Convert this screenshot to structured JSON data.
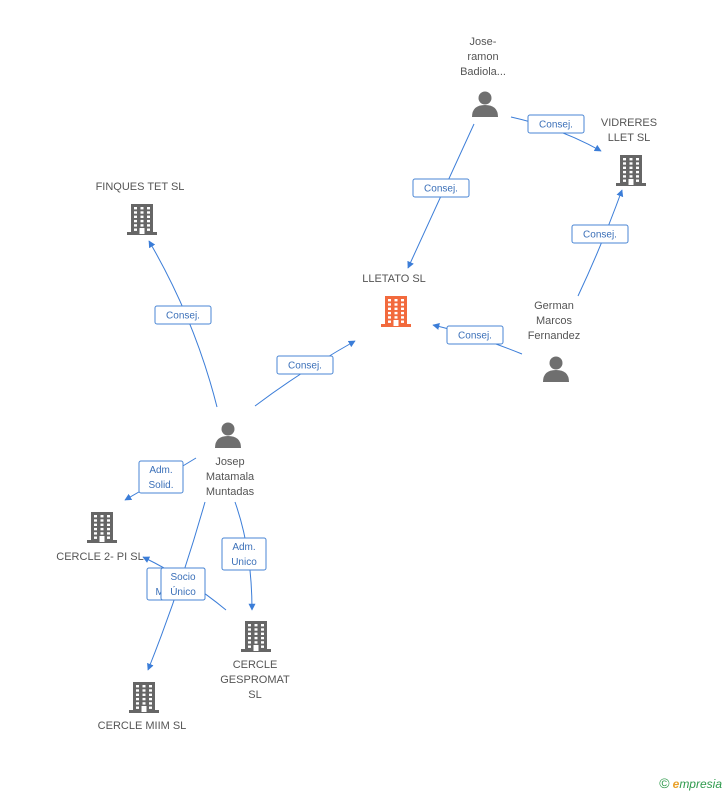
{
  "colors": {
    "edge": "#3b7dd8",
    "edge_text": "#3a6fb8",
    "company": "#666666",
    "company_focus": "#f26a3d",
    "person": "#6f6f6f",
    "label": "#555555"
  },
  "nodes": [
    {
      "id": "lletato",
      "type": "company",
      "focus": true,
      "label": [
        "LLETATO SL"
      ]
    },
    {
      "id": "finques",
      "type": "company",
      "label": [
        "FINQUES TET SL"
      ]
    },
    {
      "id": "vidreres",
      "type": "company",
      "label": [
        "VIDRERES",
        "LLET SL"
      ]
    },
    {
      "id": "cercle2pi",
      "type": "company",
      "label": [
        "CERCLE 2- PI SL"
      ]
    },
    {
      "id": "gespromat",
      "type": "company",
      "label": [
        "CERCLE",
        "GESPROMAT",
        "SL"
      ]
    },
    {
      "id": "miim",
      "type": "company",
      "label": [
        "CERCLE MIIM SL"
      ]
    },
    {
      "id": "badiola",
      "type": "person",
      "label": [
        "Jose-",
        "ramon",
        "Badiola..."
      ]
    },
    {
      "id": "german",
      "type": "person",
      "label": [
        "German",
        "Marcos",
        "Fernandez"
      ]
    },
    {
      "id": "josep",
      "type": "person",
      "label": [
        "Josep",
        "Matamala",
        "Muntadas"
      ]
    }
  ],
  "edges": [
    {
      "from": "badiola",
      "to": "lletato",
      "label": [
        "Consej."
      ]
    },
    {
      "from": "badiola",
      "to": "vidreres",
      "label": [
        "Consej."
      ]
    },
    {
      "from": "german",
      "to": "vidreres",
      "label": [
        "Consej."
      ]
    },
    {
      "from": "german",
      "to": "lletato",
      "label": [
        "Consej."
      ]
    },
    {
      "from": "josep",
      "to": "lletato",
      "label": [
        "Consej."
      ]
    },
    {
      "from": "josep",
      "to": "finques",
      "label": [
        "Consej."
      ]
    },
    {
      "from": "josep",
      "to": "cercle2pi",
      "label": [
        "Adm.",
        "Solid."
      ]
    },
    {
      "from": "josep",
      "to": "gespromat",
      "label": [
        "Adm.",
        "Unico"
      ]
    },
    {
      "from": "gespromat",
      "to": "cercle2pi",
      "label": [
        "Adm.",
        "Mancom."
      ]
    },
    {
      "from": "josep",
      "to": "miim",
      "label": [
        "Socio",
        "Único"
      ]
    }
  ],
  "watermark": {
    "symbol": "©",
    "brand_initial": "e",
    "brand_rest": "mpresia"
  }
}
